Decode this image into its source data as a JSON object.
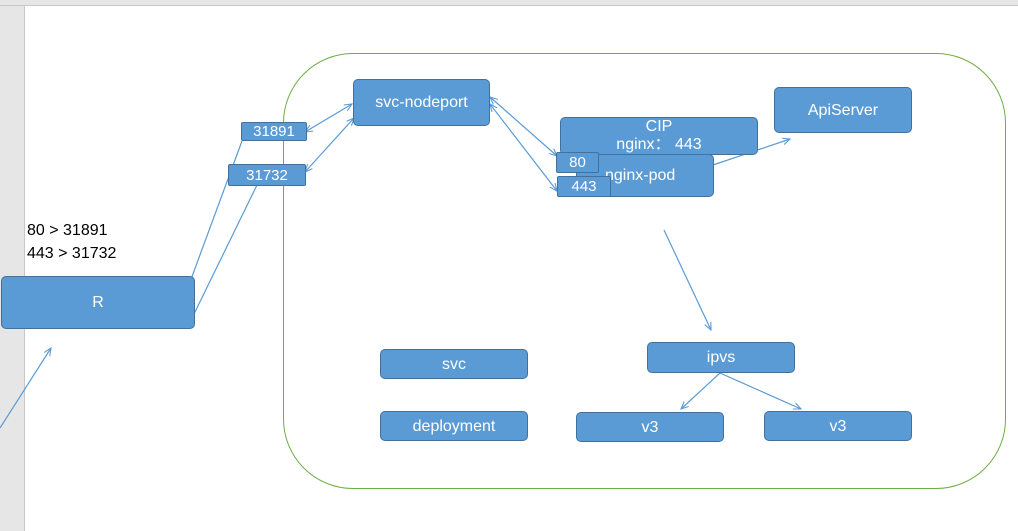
{
  "mapping_labels": [
    "80 > 31891",
    "443 > 31732"
  ],
  "boxes": {
    "router": "R",
    "port_31891": "31891",
    "port_31732": "31732",
    "svc_nodeport": "svc-nodeport",
    "cip": "CIP\nnginx： 443",
    "nginx_pod": "nginx-pod",
    "port_80": "80",
    "port_443": "443",
    "apiserver": "ApiServer",
    "ipvs": "ipvs",
    "svc": "svc",
    "deployment": "deployment",
    "v3_left": "v3",
    "v3_right": "v3"
  },
  "colors": {
    "box_fill": "#5b9bd5",
    "box_border": "#41719c",
    "connector": "#5b9bd5",
    "cluster_border": "#70ad47"
  }
}
